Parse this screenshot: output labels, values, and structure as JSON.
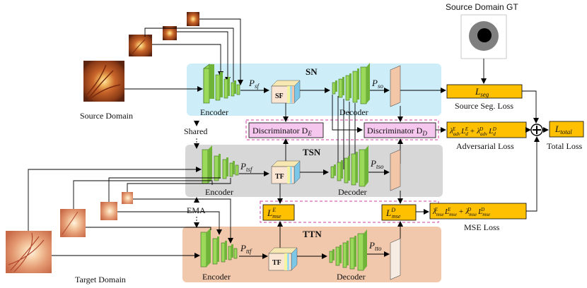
{
  "colors": {
    "sn_bg": "#cdeef8",
    "tsn_bg": "#d7d7d7",
    "ttn_bg": "#f2c8ac",
    "encoder_green": "#8fd14f",
    "loss_orange": "#ffc000",
    "discriminator_pink": "#f5c6ee",
    "pred_peach": "#f4c6a8",
    "dashed_magenta": "#d13da7"
  },
  "labels": {
    "source_gt_title": "Source Domain GT",
    "source_domain": "Source Domain",
    "target_domain": "Target Domain",
    "shared": "Shared",
    "ema": "EMA",
    "sn": "SN",
    "tsn": "TSN",
    "ttn": "TTN",
    "encoder": "Encoder",
    "decoder": "Decoder",
    "sf": "SF",
    "tf": "TF",
    "p_sf": "P",
    "p_sf_sub": "sf",
    "p_so": "P",
    "p_so_sub": "so",
    "p_tsf": "P",
    "p_tsf_sub": "tsf",
    "p_tso": "P",
    "p_tso_sub": "tso",
    "p_ttf": "P",
    "p_ttf_sub": "ttf",
    "p_tto": "P",
    "p_tto_sub": "tto",
    "disc_e": "Discriminator D",
    "disc_e_sub": "E",
    "disc_d": "Discriminator D",
    "disc_d_sub": "D",
    "l_seg": "L",
    "l_seg_sub": "seg",
    "source_seg_loss": "Source Seg. Loss",
    "adversarial_formula": "λ^E_adv L^E_d + λ^D_adv L^D_d",
    "adversarial_loss": "Adversarial Loss",
    "l_total": "L",
    "l_total_sub": "total",
    "total_loss": "Total Loss",
    "l_mse_e": "L",
    "l_mse_e_sup": "E",
    "l_mse_e_sub": "mse",
    "l_mse_d": "L",
    "l_mse_d_sup": "D",
    "l_mse_d_sub": "mse",
    "mse_formula": "λ^E_mse L^E_mse + λ^D_mse L^D_mse",
    "mse_loss": "MSE Loss"
  }
}
